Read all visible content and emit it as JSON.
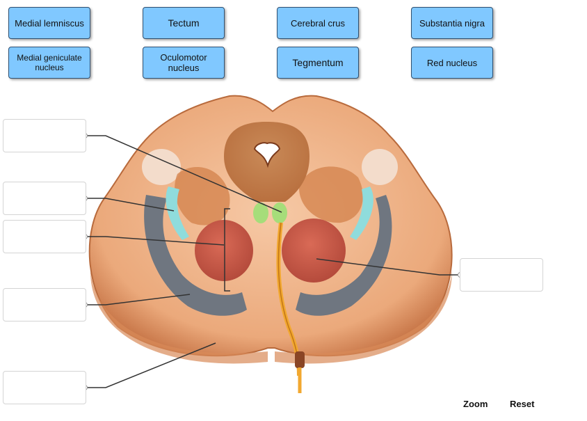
{
  "labels": [
    {
      "id": "medial-lemniscus",
      "text": "Medial lemniscus"
    },
    {
      "id": "tectum",
      "text": "Tectum"
    },
    {
      "id": "cerebral-crus",
      "text": "Cerebral crus"
    },
    {
      "id": "substantia-nigra",
      "text": "Substantia nigra"
    },
    {
      "id": "medial-geniculate-nucleus",
      "text": "Medial geniculate nucleus"
    },
    {
      "id": "oculomotor-nucleus",
      "text": "Oculomotor nucleus"
    },
    {
      "id": "tegmentum",
      "text": "Tegmentum"
    },
    {
      "id": "red-nucleus",
      "text": "Red nucleus"
    }
  ],
  "drop_targets": [
    "",
    "",
    "",
    "",
    "",
    ""
  ],
  "toolbar": {
    "zoom_label": "Zoom",
    "reset_label": "Reset"
  },
  "colors": {
    "label_fill": "#80c8ff",
    "midbrain_outer": "#e9a577",
    "tegmentum": "#f0b48a",
    "red_nucleus": "#c85c4a",
    "substantia_nigra": "#707a86",
    "medial_lemniscus": "#8fdcdc",
    "oculomotor_nucleus": "#a6dd7a",
    "aqueduct_gray": "#c47a48",
    "nerve": "#f2a830"
  }
}
